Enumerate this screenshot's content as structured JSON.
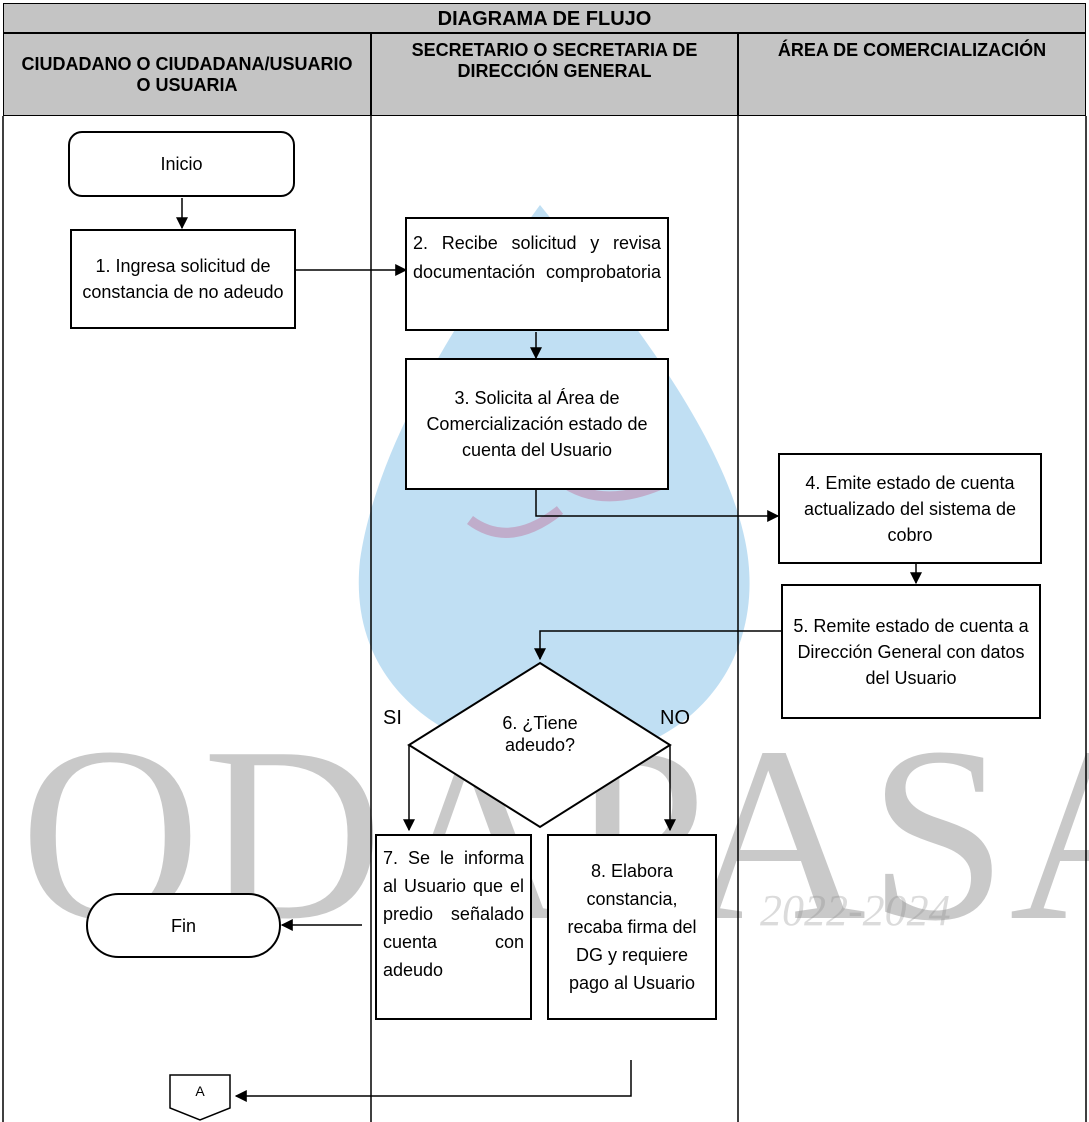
{
  "title": "DIAGRAMA DE FLUJO",
  "lanes": [
    "CIUDADANO O CIUDADANA/USUARIO O USUARIA",
    "SECRETARIO O SECRETARIA DE DIRECCIÓN GENERAL",
    "ÁREA DE COMERCIALIZACIÓN"
  ],
  "nodes": {
    "start": "Inicio",
    "step1": "1. Ingresa solicitud de constancia de no adeudo",
    "step2": "2. Recibe solicitud y revisa documentación comprobatoria",
    "step3": "3. Solicita al Área de Comercialización estado de cuenta del Usuario",
    "step4": "4. Emite estado de cuenta actualizado del sistema de cobro",
    "step5": "5. Remite estado de cuenta a Dirección General con datos del Usuario",
    "decision": "6. ¿Tiene adeudo?",
    "yes": "SI",
    "no": "NO",
    "step7": "7. Se le informa al Usuario que el predio señalado cuenta con adeudo",
    "step8": "8. Elabora constancia, recaba firma del DG y requiere pago al Usuario",
    "end": "Fin",
    "connector": "A"
  },
  "watermark": {
    "text": "ODAPASA",
    "years": "2022-2024"
  }
}
